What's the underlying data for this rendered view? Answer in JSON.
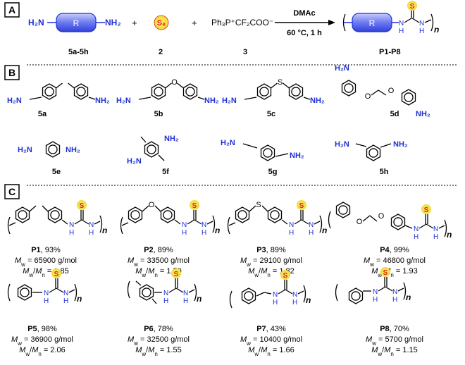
{
  "panels": [
    {
      "label": "A"
    },
    {
      "label": "B"
    },
    {
      "label": "C"
    }
  ],
  "reaction": {
    "nh2": "NH₂",
    "h2n": "H₂N",
    "r": "R",
    "plus": "+",
    "s8": "S₈",
    "reagent3": "Ph₃P⁺CF₂COO⁻",
    "solvent": "DMAc",
    "conditions": "60 °C, 1 h",
    "compound_5": "5a-5h",
    "compound_2": "2",
    "compound_3": "3",
    "product": "P1-P8",
    "s": "S",
    "n": "N",
    "h": "H",
    "n_sub": "n"
  },
  "monomers": [
    {
      "id": "5a",
      "left": "H₂N",
      "right": "NH₂"
    },
    {
      "id": "5b",
      "left": "H₂N",
      "right": "NH₂",
      "bridge": "O"
    },
    {
      "id": "5c",
      "left": "H₂N",
      "right": "NH₂",
      "bridge": "S"
    },
    {
      "id": "5d",
      "left": "H₂N",
      "right": "NH₂",
      "bridge": "O"
    },
    {
      "id": "5e",
      "left": "H₂N",
      "right": "NH₂"
    },
    {
      "id": "5f",
      "left": "H₂N",
      "right": "NH₂"
    },
    {
      "id": "5g",
      "left": "H₂N",
      "right": "NH₂"
    },
    {
      "id": "5h",
      "left": "H₂N",
      "right": "NH₂"
    }
  ],
  "polymers": [
    {
      "id": "P1",
      "yield": "93%",
      "mw": "65900 g/mol",
      "pdi": "1.85"
    },
    {
      "id": "P2",
      "yield": "89%",
      "mw": "33500 g/mol",
      "pdi": "1.50"
    },
    {
      "id": "P3",
      "yield": "89%",
      "mw": "29100 g/mol",
      "pdi": "1.82"
    },
    {
      "id": "P4",
      "yield": "99%",
      "mw": "46800 g/mol",
      "pdi": "1.93"
    },
    {
      "id": "P5",
      "yield": "98%",
      "mw": "36900 g/mol",
      "pdi": "2.06"
    },
    {
      "id": "P6",
      "yield": "78%",
      "mw": "32500 g/mol",
      "pdi": "1.55"
    },
    {
      "id": "P7",
      "yield": "43%",
      "mw": "10400 g/mol",
      "pdi": "1.66"
    },
    {
      "id": "P8",
      "yield": "70%",
      "mw": "5700 g/mol",
      "pdi": "1.15"
    }
  ],
  "labels": {
    "mw": "M",
    "mw_sub": "w",
    "mn_sub": "n",
    "eq": " = ",
    "pdi_sep": "/",
    "yield_sep": ", "
  },
  "colors": {
    "amine": "#1f2fd6",
    "sulfur_highlight": "#f5e64a",
    "sulfur_ring": "#e02020",
    "r_fill": "#5b6cf0"
  }
}
